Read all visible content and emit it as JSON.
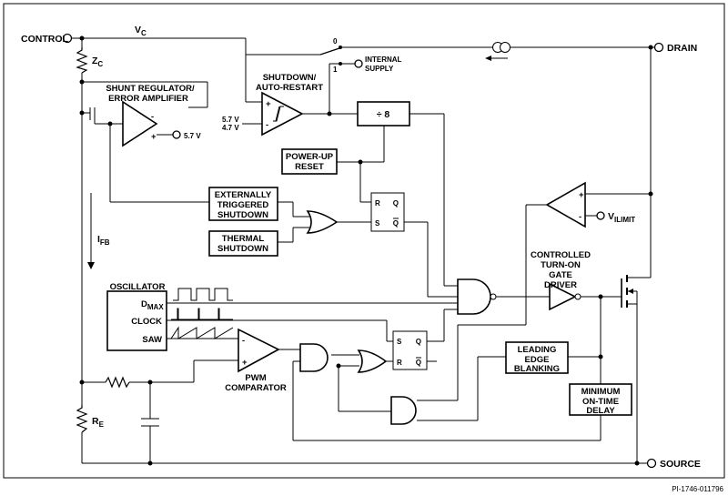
{
  "pins": {
    "control": "CONTROL",
    "drain": "DRAIN",
    "source": "SOURCE",
    "internal_supply_line1": "INTERNAL",
    "internal_supply_line2": "SUPPLY"
  },
  "labels": {
    "vc": "V",
    "vc_sub": "C",
    "zc": "Z",
    "zc_sub": "C",
    "re": "R",
    "re_sub": "E",
    "ifb": "I",
    "ifb_sub": "FB",
    "switch_0": "0",
    "switch_1": "1",
    "shunt_line1": "SHUNT REGULATOR/",
    "shunt_line2": "ERROR AMPLIFIER",
    "shunt_ref": "5.7 V",
    "shutdown_line1": "SHUTDOWN/",
    "shutdown_line2": "AUTO-RESTART",
    "hyst_hi": "5.7 V",
    "hyst_lo": "4.7 V",
    "divider": "÷ 8",
    "powerup_line1": "POWER-UP",
    "powerup_line2": "RESET",
    "ext_line1": "EXTERNALLY",
    "ext_line2": "TRIGGERED",
    "ext_line3": "SHUTDOWN",
    "thermal_line1": "THERMAL",
    "thermal_line2": "SHUTDOWN",
    "ff_r": "R",
    "ff_q": "Q",
    "ff_s": "S",
    "ff_qbar": "Q",
    "ff2_s": "S",
    "ff2_q": "Q",
    "ff2_r": "R",
    "ff2_qbar": "Q",
    "ilimit": "V",
    "ilimit_sub": "I",
    "ilimit_sub2": "LIMIT",
    "gate_line1": "CONTROLLED",
    "gate_line2": "TURN-ON",
    "gate_line3": "GATE",
    "gate_line4": "DRIVER",
    "oscillator": "OSCILLATOR",
    "dmax": "D",
    "dmax_sub": "MAX",
    "clock": "CLOCK",
    "saw": "SAW",
    "pwm_line1": "PWM",
    "pwm_line2": "COMPARATOR",
    "leb_line1": "LEADING",
    "leb_line2": "EDGE",
    "leb_line3": "BLANKING",
    "mot_line1": "MINIMUM",
    "mot_line2": "ON-TIME",
    "mot_line3": "DELAY",
    "plus": "+",
    "minus": "-",
    "part_number": "PI-1746-011796"
  }
}
